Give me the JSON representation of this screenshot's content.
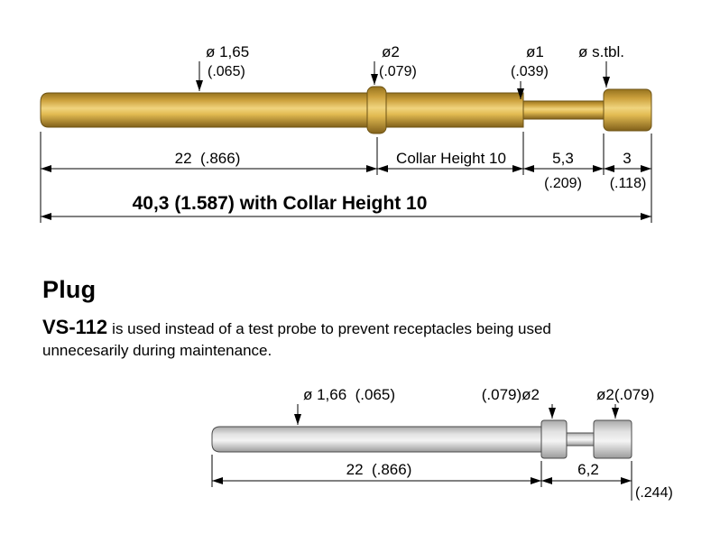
{
  "receptacle": {
    "labels": {
      "d165": {
        "value": "ø 1,65",
        "inch": "(.065)"
      },
      "d2": {
        "value": "ø2",
        "inch": "(.079)"
      },
      "d1": {
        "value": "ø1",
        "inch": "(.039)"
      },
      "dtbl": {
        "value": "ø s.tbl."
      }
    },
    "dims": {
      "barrel": "22  (.866)",
      "collar": "Collar Height 10",
      "rod": "5,3",
      "rod_inch": "(.209)",
      "tip": "3",
      "tip_inch": "(.118)",
      "total": "40,3 (1.587) with Collar Height 10"
    }
  },
  "plug": {
    "title": "Plug",
    "model": "VS-112",
    "description_line1": "is used instead of a test probe to prevent receptacles being used",
    "description_line2": "unnecesarily during maintenance.",
    "labels": {
      "d166": "ø 1,66  (.065)",
      "d2_left": "(.079)ø2",
      "d2_right": "ø2(.079)"
    },
    "dims": {
      "barrel": "22  (.866)",
      "end": "6,2",
      "end_inch": "(.244)"
    }
  },
  "colors": {
    "gold": "#d9ab3e",
    "silver": "#e4e4e4",
    "line": "#000000"
  }
}
